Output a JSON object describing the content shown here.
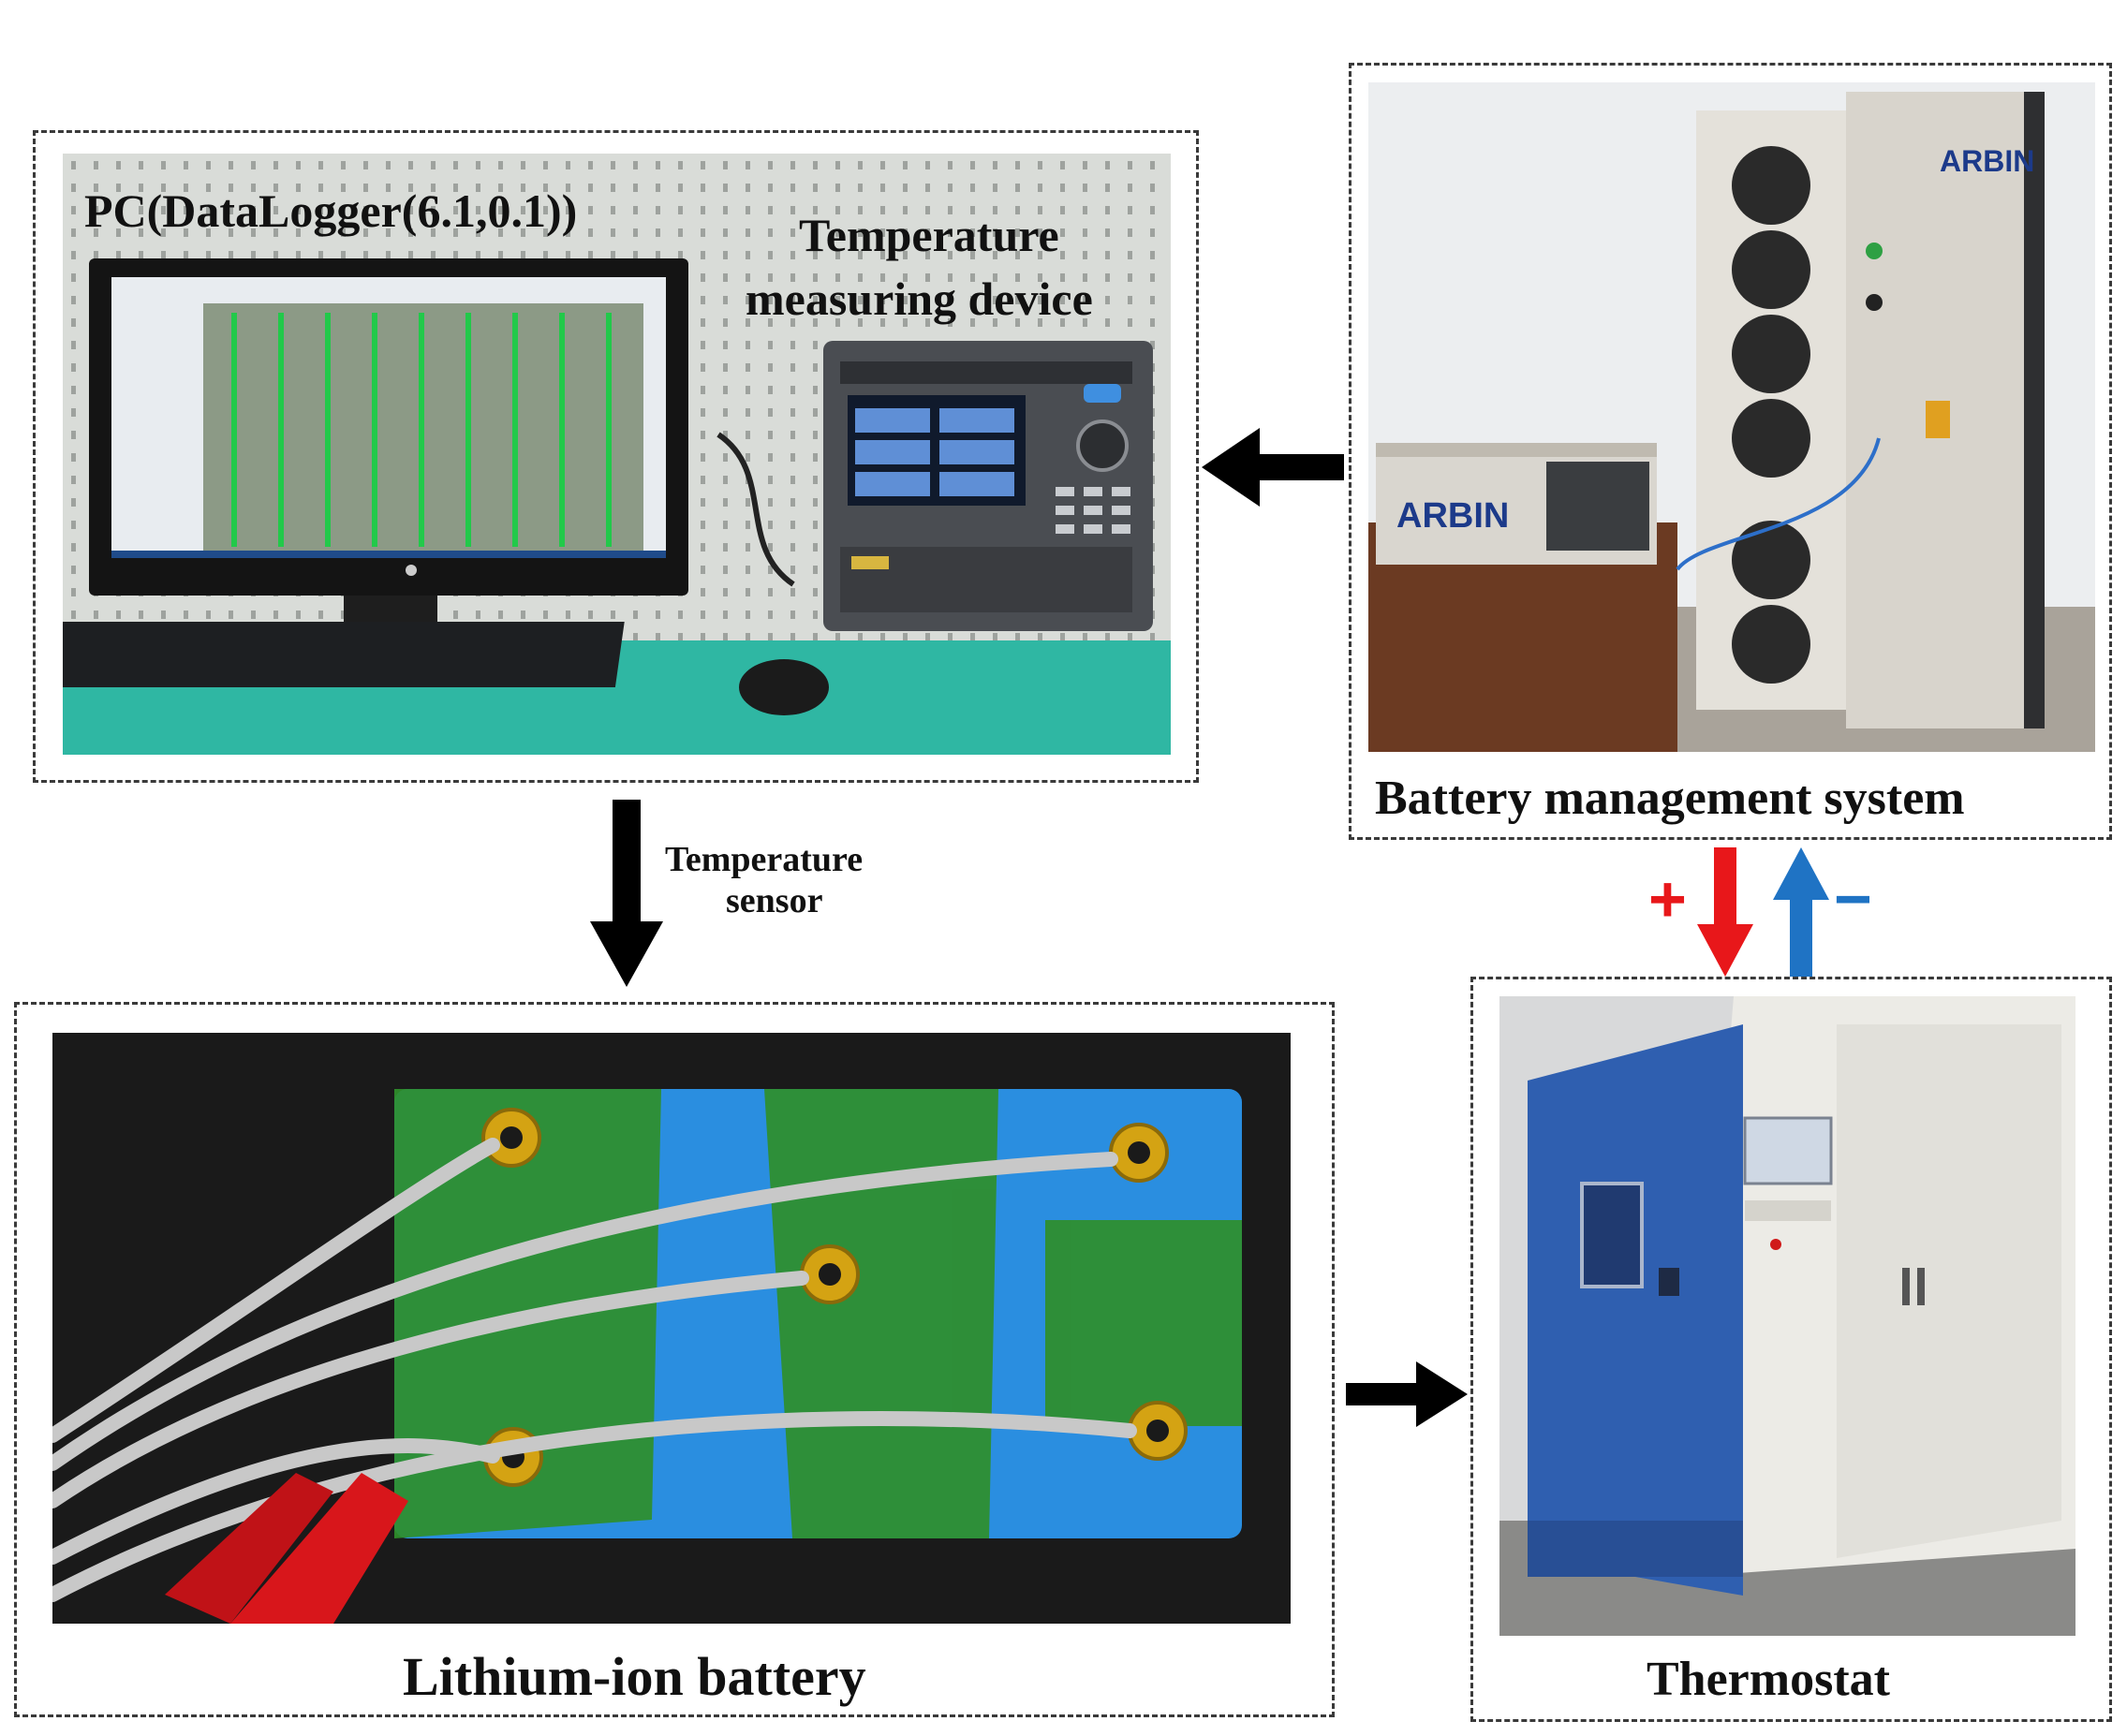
{
  "labels": {
    "pc": "PC(DataLogger(6.1,0.1))",
    "temp_device_line1": "Temperature",
    "temp_device_line2": "measuring device",
    "bms": "Battery management  system",
    "sensor_line1": "Temperature",
    "sensor_line2": "sensor",
    "battery": "Lithium-ion battery",
    "thermostat": "Thermostat",
    "plus_sign": "+",
    "minus_sign": "−"
  },
  "photo_text": {
    "arbin_small": "ARBIN",
    "arbin_tall": "ARBIN"
  },
  "colors": {
    "positive": "#e8171a",
    "negative": "#1f73c4",
    "flow_arrow": "#000000",
    "wall_teal": "#2fb7a3",
    "chamber_blue": "#2f5fb0",
    "battery_green": "#2f8f2a",
    "battery_blue": "#2a8ee0"
  }
}
